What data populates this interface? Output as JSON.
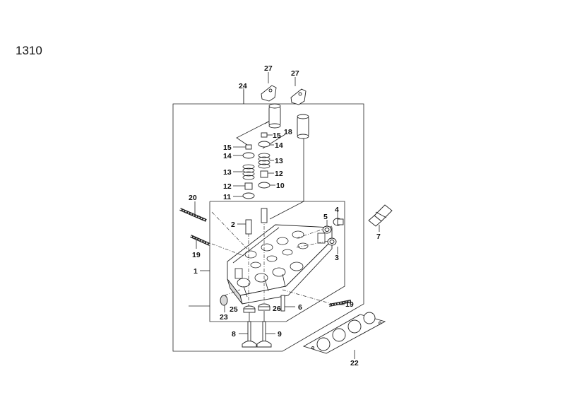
{
  "diagram": {
    "title": "1310",
    "callouts": [
      {
        "id": "1",
        "label": "1"
      },
      {
        "id": "2",
        "label": "2"
      },
      {
        "id": "3",
        "label": "3"
      },
      {
        "id": "4",
        "label": "4"
      },
      {
        "id": "5",
        "label": "5"
      },
      {
        "id": "6",
        "label": "6"
      },
      {
        "id": "7",
        "label": "7"
      },
      {
        "id": "8",
        "label": "8"
      },
      {
        "id": "9",
        "label": "9"
      },
      {
        "id": "10",
        "label": "10"
      },
      {
        "id": "11",
        "label": "11"
      },
      {
        "id": "12a",
        "label": "12"
      },
      {
        "id": "12b",
        "label": "12"
      },
      {
        "id": "13a",
        "label": "13"
      },
      {
        "id": "13b",
        "label": "13"
      },
      {
        "id": "14a",
        "label": "14"
      },
      {
        "id": "14b",
        "label": "14"
      },
      {
        "id": "15a",
        "label": "15"
      },
      {
        "id": "15b",
        "label": "15"
      },
      {
        "id": "18",
        "label": "18"
      },
      {
        "id": "19a",
        "label": "19"
      },
      {
        "id": "19b",
        "label": "19"
      },
      {
        "id": "20",
        "label": "20"
      },
      {
        "id": "22",
        "label": "22"
      },
      {
        "id": "23",
        "label": "23"
      },
      {
        "id": "24",
        "label": "24"
      },
      {
        "id": "25",
        "label": "25"
      },
      {
        "id": "26",
        "label": "26"
      },
      {
        "id": "27a",
        "label": "27"
      },
      {
        "id": "27b",
        "label": "27"
      }
    ]
  }
}
